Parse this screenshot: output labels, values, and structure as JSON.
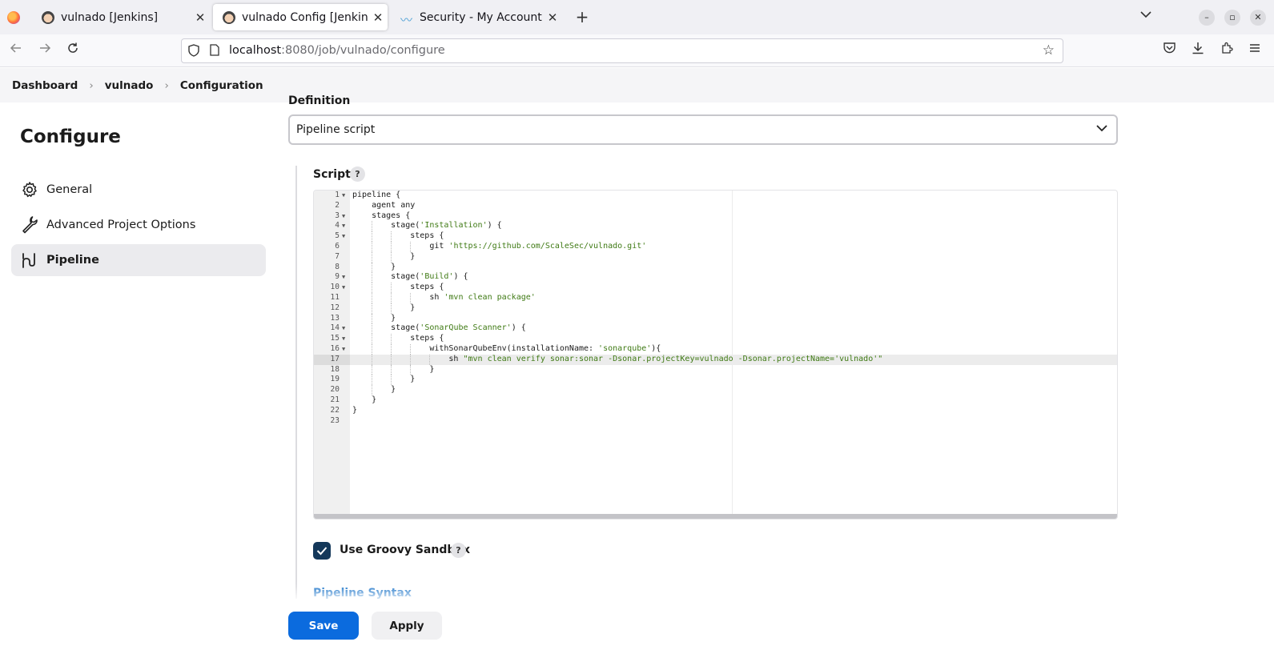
{
  "browser": {
    "tabs": [
      {
        "label": "vulnado [Jenkins]",
        "active": false,
        "icon": "jenkins-icon"
      },
      {
        "label": "vulnado Config [Jenkins]",
        "active": true,
        "icon": "jenkins-icon"
      },
      {
        "label": "Security - My Account - Sc",
        "active": false,
        "icon": "sonarqube-icon"
      }
    ],
    "url_host": "localhost",
    "url_rest": ":8080/job/vulnado/configure"
  },
  "breadcrumb": {
    "items": [
      "Dashboard",
      "vulnado",
      "Configuration"
    ]
  },
  "sidebar": {
    "title": "Configure",
    "items": [
      {
        "label": "General",
        "icon": "gear-icon",
        "active": false
      },
      {
        "label": "Advanced Project Options",
        "icon": "wrench-icon",
        "active": false
      },
      {
        "label": "Pipeline",
        "icon": "pipeline-icon",
        "active": true
      }
    ]
  },
  "main": {
    "definition_label": "Definition",
    "definition_value": "Pipeline script",
    "script_label": "Script",
    "help_glyph": "?",
    "code_lines": [
      "pipeline {",
      "    agent any",
      "    stages {",
      "        stage('Installation') {",
      "            steps {",
      "                git 'https://github.com/ScaleSec/vulnado.git'",
      "            }",
      "        }",
      "        stage('Build') {",
      "            steps {",
      "                sh 'mvn clean package'",
      "            }",
      "        }",
      "        stage('SonarQube Scanner') {",
      "            steps {",
      "                withSonarQubeEnv(installationName: 'sonarqube'){",
      "                    sh \"mvn clean verify sonar:sonar -Dsonar.projectKey=vulnado -Dsonar.projectName='vulnado'\"",
      "                }",
      "            }",
      "        }",
      "    }",
      "}",
      ""
    ],
    "active_line": 17,
    "fold_lines": [
      1,
      3,
      4,
      5,
      9,
      10,
      14,
      15,
      16
    ],
    "sandbox_label": "Use Groovy Sandbox",
    "sandbox_checked": true,
    "syntax_link": "Pipeline Syntax"
  },
  "footer": {
    "save_label": "Save",
    "apply_label": "Apply"
  },
  "colors": {
    "primary": "#0b6bde",
    "string": "#3f7a14",
    "checkbox": "#14385a",
    "link": "#1a73c8"
  }
}
